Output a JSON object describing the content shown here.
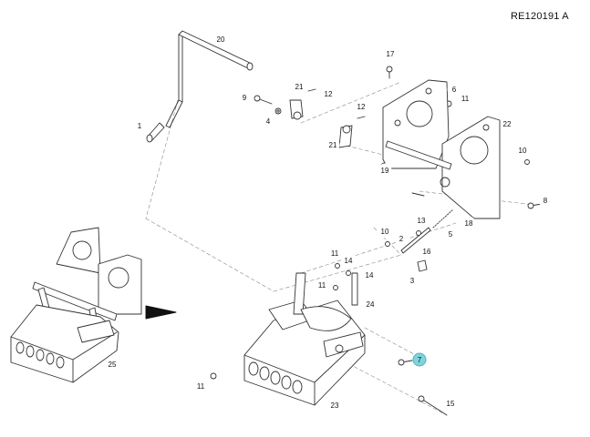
{
  "reference": "RE120191  A",
  "highlight_color": "#7fd3dc",
  "callouts": [
    {
      "label": "1"
    },
    {
      "label": "2"
    },
    {
      "label": "3"
    },
    {
      "label": "4"
    },
    {
      "label": "5"
    },
    {
      "label": "6"
    },
    {
      "label": "7",
      "highlighted": true
    },
    {
      "label": "8"
    },
    {
      "label": "9"
    },
    {
      "label": "10"
    },
    {
      "label": "10"
    },
    {
      "label": "11"
    },
    {
      "label": "11"
    },
    {
      "label": "11"
    },
    {
      "label": "11"
    },
    {
      "label": "12"
    },
    {
      "label": "12"
    },
    {
      "label": "13"
    },
    {
      "label": "14"
    },
    {
      "label": "14"
    },
    {
      "label": "15"
    },
    {
      "label": "16"
    },
    {
      "label": "17"
    },
    {
      "label": "18"
    },
    {
      "label": "19"
    },
    {
      "label": "20"
    },
    {
      "label": "21"
    },
    {
      "label": "21"
    },
    {
      "label": "22"
    },
    {
      "label": "23"
    },
    {
      "label": "24"
    },
    {
      "label": "25"
    }
  ]
}
